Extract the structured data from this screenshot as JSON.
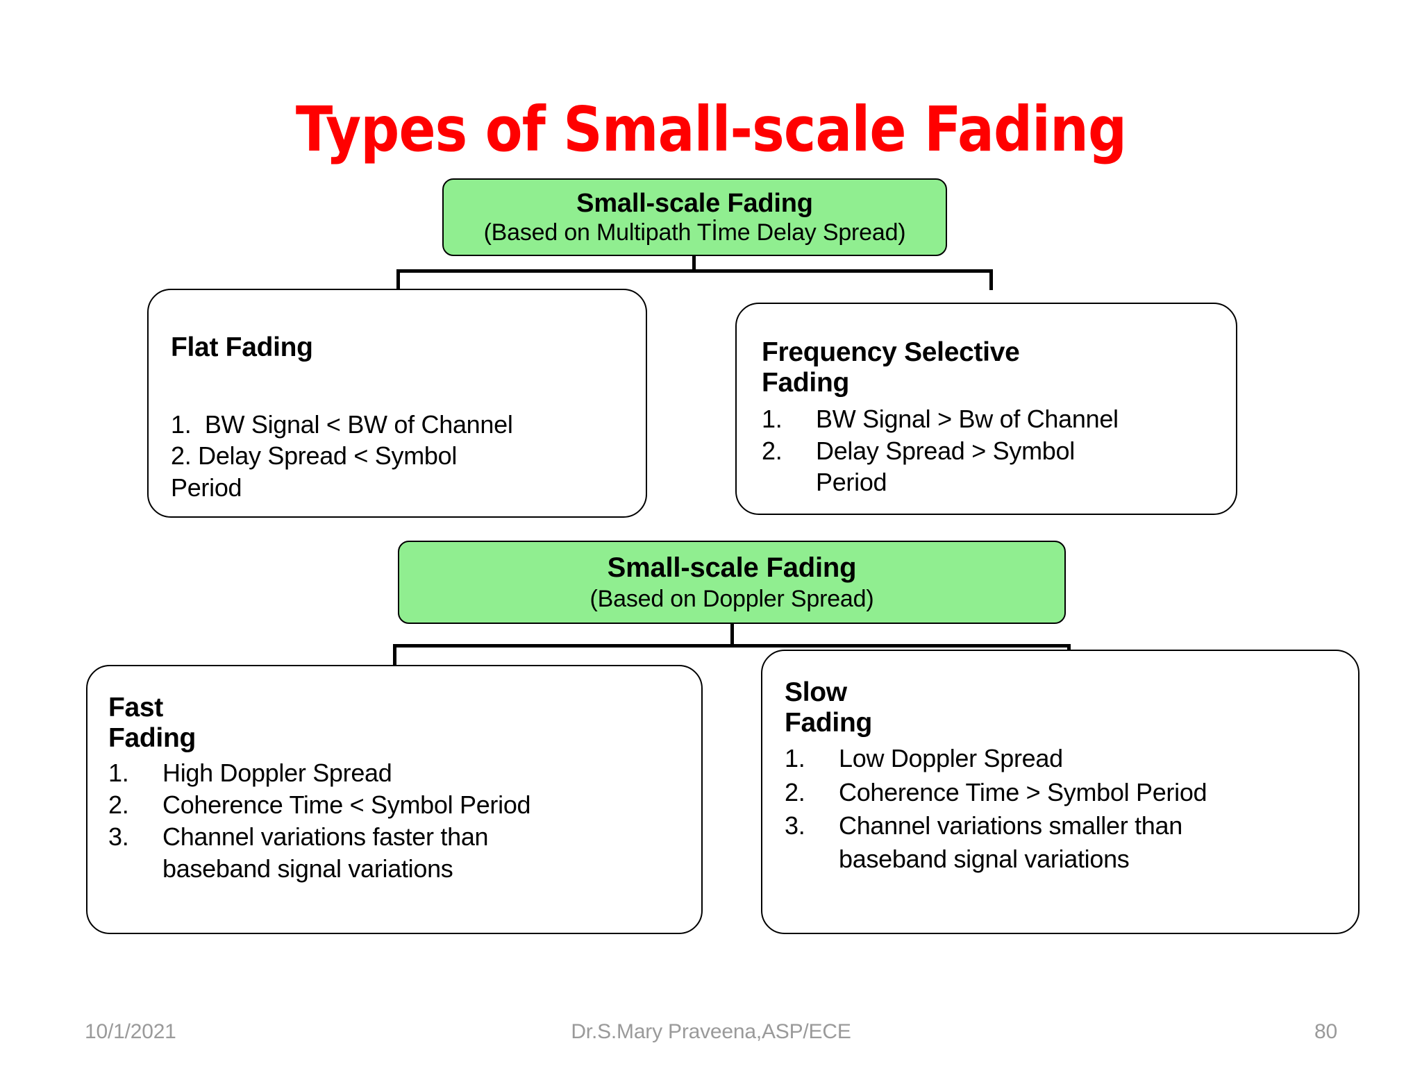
{
  "slide": {
    "title": "Types of Small-scale Fading",
    "title_color": "#FF0000",
    "background": "#FFFFFF",
    "accent_green": "#90EE90"
  },
  "group1": {
    "header": {
      "title": "Small-scale Fading",
      "subtitle": "(Based on Multipath Tİme Delay Spread)"
    },
    "left": {
      "heading": "Flat Fading",
      "lines": [
        "1.  BW Signal < BW of Channel",
        "2. Delay Spread < Symbol",
        "Period"
      ]
    },
    "right": {
      "heading_line1": "Frequency Selective",
      "heading_line2": "Fading",
      "items": [
        {
          "num": "1.",
          "text": "BW Signal  > Bw of Channel",
          "cont": ""
        },
        {
          "num": "2.",
          "text": "Delay Spread > Symbol",
          "cont": "Period"
        }
      ]
    }
  },
  "group2": {
    "header": {
      "title": "Small-scale Fading",
      "subtitle": "(Based on Doppler Spread)"
    },
    "left": {
      "heading_line1": "Fast",
      "heading_line2": "Fading",
      "items": [
        {
          "num": "1.",
          "text": "High Doppler Spread",
          "cont": ""
        },
        {
          "num": "2.",
          "text": "Coherence Time < Symbol Period",
          "cont": ""
        },
        {
          "num": "3.",
          "text": "Channel variations faster than",
          "cont": "baseband signal variations"
        }
      ]
    },
    "right": {
      "heading_line1": "Slow",
      "heading_line2": "Fading",
      "items": [
        {
          "num": "1.",
          "text": "Low Doppler Spread",
          "cont": ""
        },
        {
          "num": "2.",
          "text": "Coherence Time > Symbol Period",
          "cont": ""
        },
        {
          "num": "3.",
          "text": "Channel variations smaller than",
          "cont": "baseband signal variations"
        }
      ]
    }
  },
  "footer": {
    "date": "10/1/2021",
    "author": "Dr.S.Mary Praveena,ASP/ECE",
    "page": "80"
  }
}
